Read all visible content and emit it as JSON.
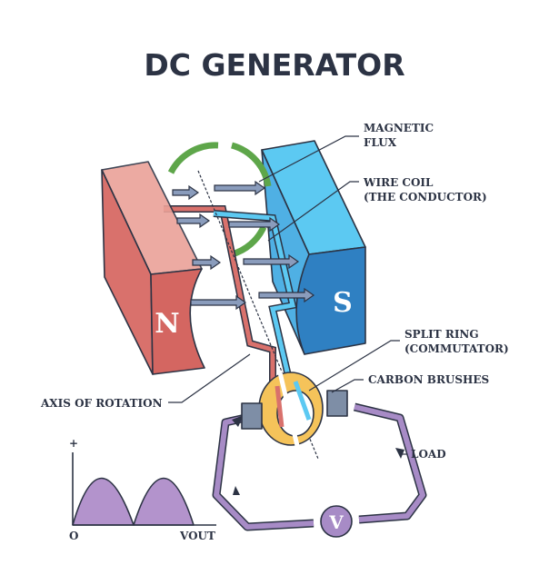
{
  "title": "DC GENERATOR",
  "labels": {
    "magnetic_flux": [
      "MAGNETIC",
      "FLUX"
    ],
    "wire_coil": [
      "WIRE COIL",
      "(THE CONDUCTOR)"
    ],
    "split_ring": [
      "SPLIT RING",
      "(COMMUTATOR)"
    ],
    "carbon_brushes": "CARBON BRUSHES",
    "axis_of_rotation": "AXIS OF ROTATION",
    "load": "LOAD"
  },
  "poles": {
    "north": "N",
    "south": "S"
  },
  "voltmeter": "V",
  "graph": {
    "y_axis_label": "+",
    "origin_label": "O",
    "x_axis_label": "VOUT"
  },
  "colors": {
    "north": "#d9716c",
    "south": "#3a9be0",
    "ring": "#f5c35a",
    "circuit": "#a78bc6",
    "flux": "#5ea64a",
    "field_arrow": "#8a9cbc",
    "text": "#2c3344"
  }
}
